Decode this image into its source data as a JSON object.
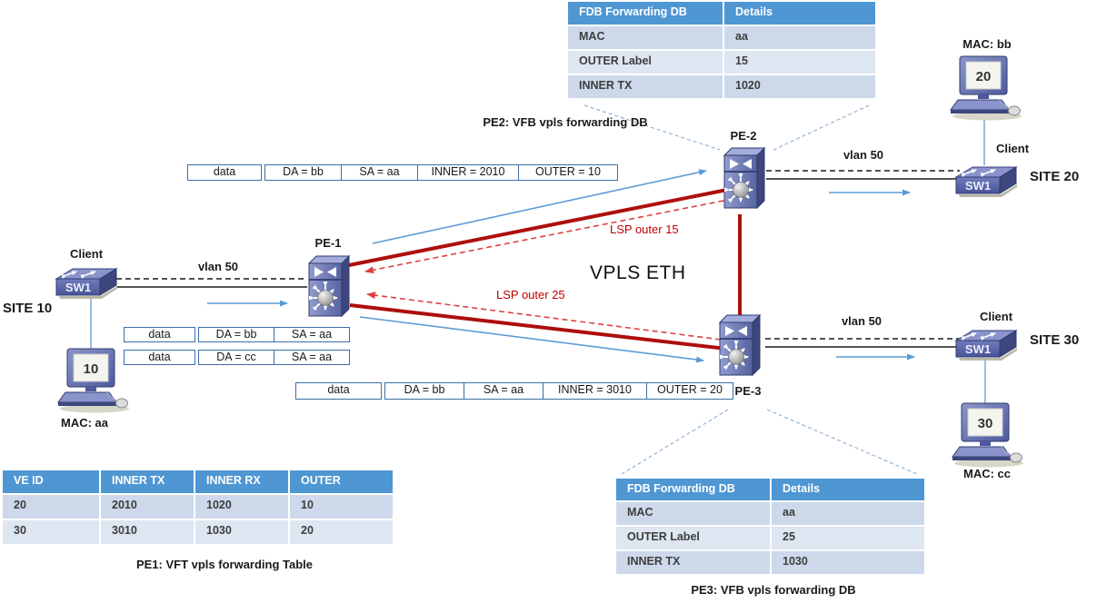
{
  "title": "VPLS ETH",
  "pe_nodes": {
    "pe1": "PE-1",
    "pe2": "PE-2",
    "pe3": "PE-3"
  },
  "lsp": {
    "to_pe2": "LSP outer 15",
    "to_pe3": "LSP outer 25"
  },
  "sites": {
    "site10": {
      "name": "SITE 10",
      "client": "Client",
      "switch": "SW1",
      "vlan": "vlan 50",
      "host": "10",
      "mac": "MAC: aa"
    },
    "site20": {
      "name": "SITE 20",
      "client": "Client",
      "switch": "SW1",
      "vlan": "vlan 50",
      "host": "20",
      "mac": "MAC: bb"
    },
    "site30": {
      "name": "SITE 30",
      "client": "Client",
      "switch": "SW1",
      "vlan": "vlan 50",
      "host": "30",
      "mac": "MAC: cc"
    }
  },
  "packets": {
    "pe1_to_pe2": [
      "data",
      "DA = bb",
      "SA = aa",
      "INNER = 2010",
      "OUTER = 10"
    ],
    "client_to_pe1_a": [
      "data",
      "DA = bb",
      "SA = aa"
    ],
    "client_to_pe1_b": [
      "data",
      "DA = cc",
      "SA = aa"
    ],
    "pe1_to_pe3": [
      "data",
      "DA = bb",
      "SA = aa",
      "INNER = 3010",
      "OUTER = 20"
    ]
  },
  "tables": {
    "pe2_fdb": {
      "headers": [
        "FDB Forwarding DB",
        "Details"
      ],
      "rows": [
        [
          "MAC",
          "aa"
        ],
        [
          "OUTER Label",
          "15"
        ],
        [
          "INNER TX",
          "1020"
        ]
      ],
      "caption": "PE2: VFB vpls forwarding DB"
    },
    "pe1_vft": {
      "headers": [
        "VE ID",
        "INNER TX",
        "INNER RX",
        "OUTER"
      ],
      "rows": [
        [
          "20",
          "2010",
          "1020",
          "10"
        ],
        [
          "30",
          "3010",
          "1030",
          "20"
        ]
      ],
      "caption": "PE1: VFT vpls forwarding Table"
    },
    "pe3_fdb": {
      "headers": [
        "FDB Forwarding DB",
        "Details"
      ],
      "rows": [
        [
          "MAC",
          "aa"
        ],
        [
          "OUTER Label",
          "25"
        ],
        [
          "INNER TX",
          "1030"
        ]
      ],
      "caption": "PE3: VFB vpls forwarding DB"
    }
  },
  "colors": {
    "table_header": "#4f97d3",
    "row_alt_a": "#cdd9eb",
    "row_alt_b": "#dee6f2",
    "red_solid": "#ae0e0e",
    "red_dashed": "#e04040",
    "red_text": "#c00000",
    "arrow_blue": "#5b9bd5",
    "callout_blue": "#95b3d7",
    "node_blue": "#5a66a6"
  }
}
